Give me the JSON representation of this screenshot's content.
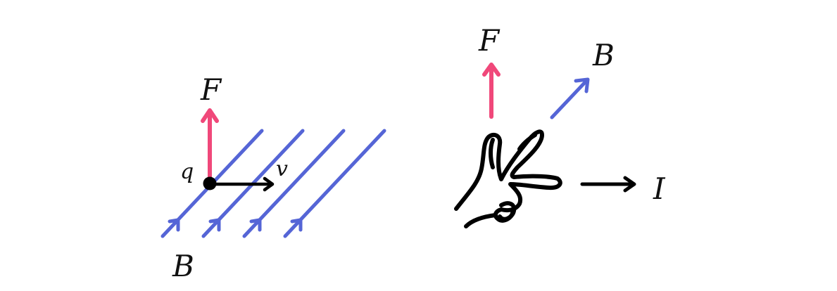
{
  "colors": {
    "force": "#f0487a",
    "field": "#5565d6",
    "ink": "#000000"
  },
  "left_diagram": {
    "force_label": "F",
    "charge_label": "q",
    "velocity_label": "v",
    "field_label": "B",
    "field_line_count": 4
  },
  "right_diagram": {
    "force_label": "F",
    "field_label": "B",
    "current_label": "I",
    "hand_icon": "left-hand-rule-hand"
  }
}
